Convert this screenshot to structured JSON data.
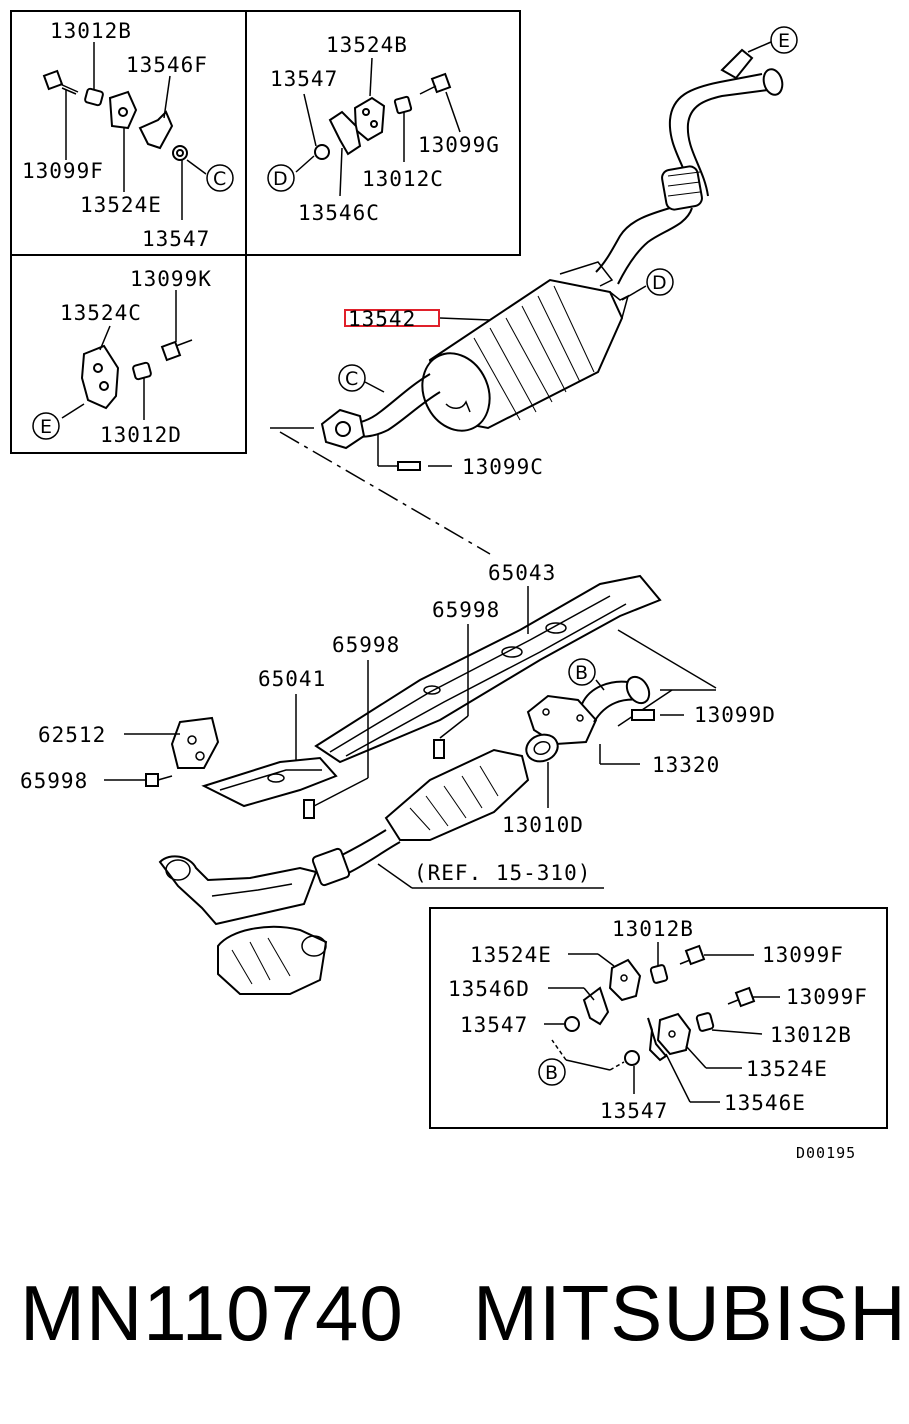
{
  "diagram": {
    "labels": {
      "tl_13012B": "13012B",
      "tl_13546F": "13546F",
      "tl_13099F": "13099F",
      "tl_13524E": "13524E",
      "tl_13547": "13547",
      "tl_C": "C",
      "tm_13524B": "13524B",
      "tm_13547": "13547",
      "tm_13099G": "13099G",
      "tm_D": "D",
      "tm_13012C": "13012C",
      "tm_13546C": "13546C",
      "ml_13099K": "13099K",
      "ml_13524C": "13524C",
      "ml_E": "E",
      "ml_13012D": "13012D",
      "pipe_E": "E",
      "pipe_D": "D",
      "pipe_C": "C",
      "main_13542": "13542",
      "main_13099C": "13099C",
      "main_65043": "65043",
      "main_65998_a": "65998",
      "main_65998_b": "65998",
      "main_65041": "65041",
      "main_62512": "62512",
      "main_65998_c": "65998",
      "main_B": "B",
      "main_13099D": "13099D",
      "main_13320": "13320",
      "main_13010D": "13010D",
      "main_ref": "(REF. 15-310)",
      "br_13012B_a": "13012B",
      "br_13524E_a": "13524E",
      "br_13099F_a": "13099F",
      "br_13546D": "13546D",
      "br_13099F_b": "13099F",
      "br_13547_a": "13547",
      "br_13012B_b": "13012B",
      "br_13524E_b": "13524E",
      "br_B": "B",
      "br_13547_b": "13547",
      "br_13546E": "13546E",
      "code": "D00195"
    },
    "highlight_color": "#e0202a"
  },
  "caption": {
    "part_number": "MN110740",
    "brand": "MITSUBISHI"
  }
}
